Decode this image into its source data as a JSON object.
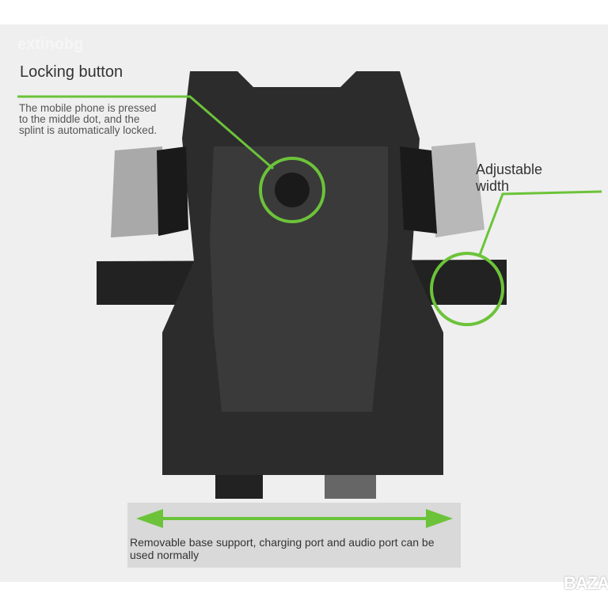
{
  "watermark": "extinobg",
  "locking": {
    "title": "Locking button",
    "description": "The mobile phone is pressed to the middle dot, and the splint is automatically locked."
  },
  "adjustable": {
    "label": "Adjustable width"
  },
  "base": {
    "description": "Removable base support, charging port and audio port can be used normally"
  },
  "logo": "BAZAR",
  "colors": {
    "accent": "#6cc33a",
    "body": "#2a2a2a",
    "background": "#efefef"
  }
}
